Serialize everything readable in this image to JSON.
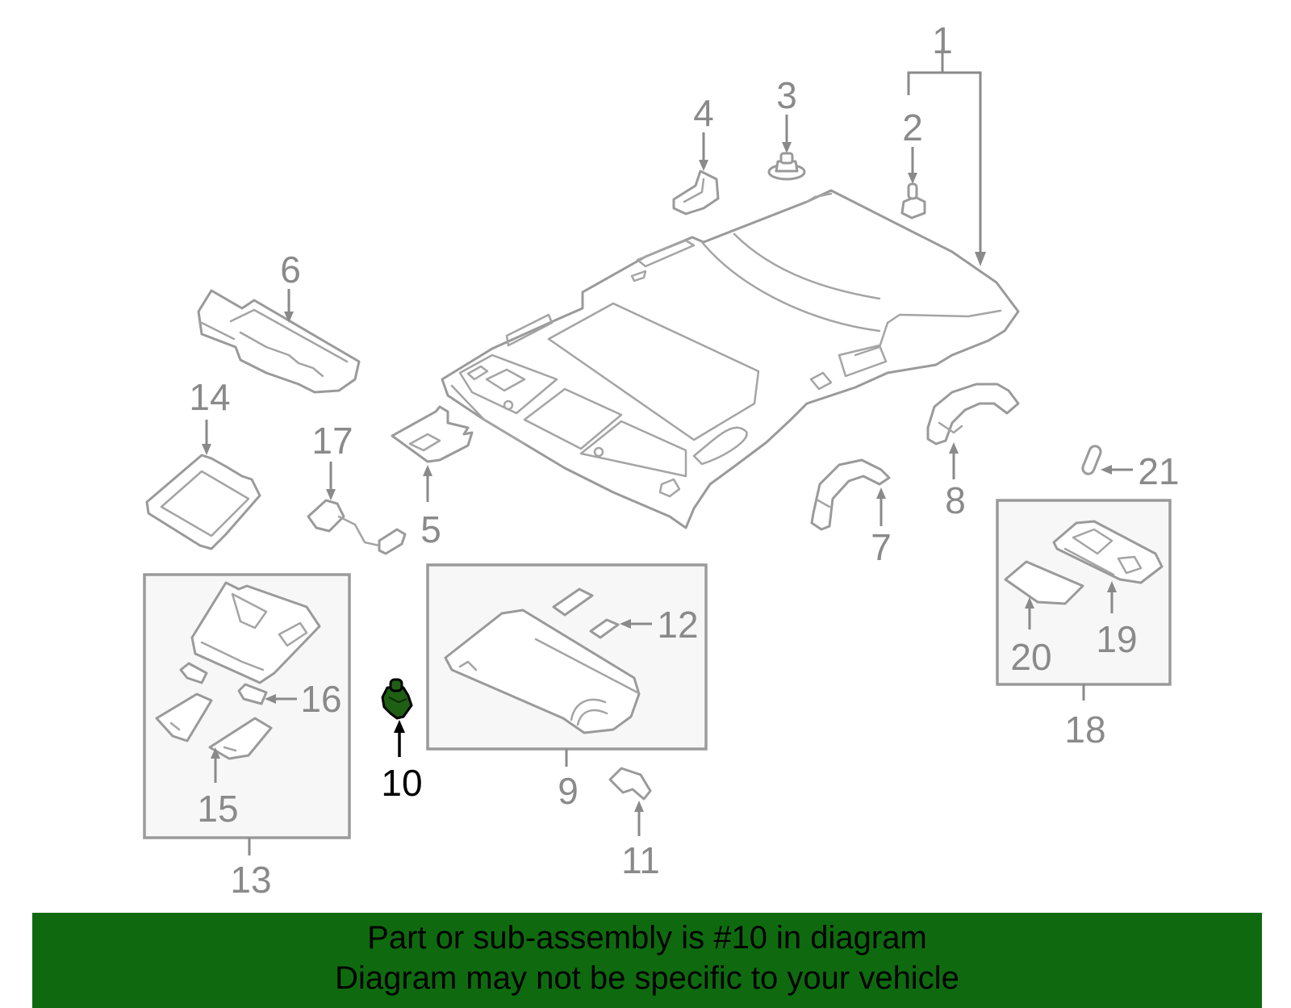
{
  "callouts": {
    "c1": "1",
    "c2": "2",
    "c3": "3",
    "c4": "4",
    "c5": "5",
    "c6": "6",
    "c7": "7",
    "c8": "8",
    "c9": "9",
    "c10": "10",
    "c11": "11",
    "c12": "12",
    "c13": "13",
    "c14": "14",
    "c15": "15",
    "c16": "16",
    "c17": "17",
    "c18": "18",
    "c19": "19",
    "c20": "20",
    "c21": "21"
  },
  "highlight_part": "10",
  "colors": {
    "banner_bg": "#0f6a0f",
    "highlight_part": "#1f5f14",
    "line_gray": "#9a9a9a",
    "label_gray": "#8a8a8a"
  },
  "banner": {
    "line1": "Part or sub-assembly is #10 in diagram",
    "line2": "Diagram may not be specific to your vehicle"
  }
}
